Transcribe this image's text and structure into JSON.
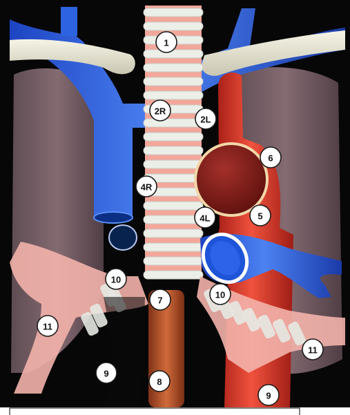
{
  "colors": {
    "background": "#060606",
    "lung": "#8a6a72",
    "vein": "#2a5fe0",
    "vein_dark": "#1b3fae",
    "aorta": "#e0362a",
    "aorta_dark": "#a3201a",
    "trachea_ring": "#eceee8",
    "trachea_gap": "#f2a79a",
    "bronchus": "#f3b3ab",
    "bone": "#e9e7d8",
    "esophagus": "#b9542a",
    "badge_fill": "#ffffff"
  },
  "labels": [
    {
      "id": "1",
      "text": "1"
    },
    {
      "id": "2R",
      "text": "2R"
    },
    {
      "id": "2L",
      "text": "2L"
    },
    {
      "id": "4R",
      "text": "4R"
    },
    {
      "id": "4L",
      "text": "4L"
    },
    {
      "id": "5",
      "text": "5"
    },
    {
      "id": "6",
      "text": "6"
    },
    {
      "id": "7",
      "text": "7"
    },
    {
      "id": "8",
      "text": "8"
    },
    {
      "id": "9a",
      "text": "9"
    },
    {
      "id": "9b",
      "text": "9"
    },
    {
      "id": "10a",
      "text": "10"
    },
    {
      "id": "10b",
      "text": "10"
    },
    {
      "id": "11a",
      "text": "11"
    },
    {
      "id": "11b",
      "text": "11"
    }
  ]
}
